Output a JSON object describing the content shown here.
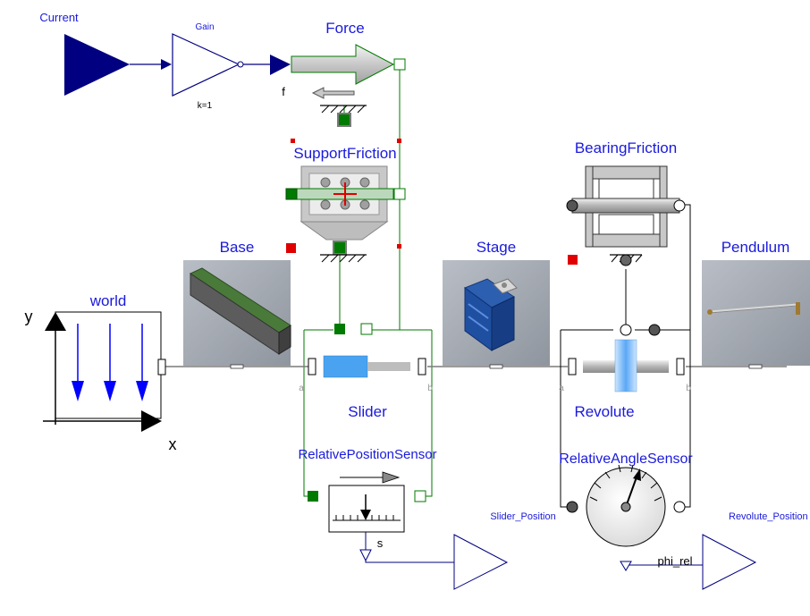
{
  "labels": {
    "current": "Current",
    "gain": "Gain",
    "gain_param": "k=1",
    "force": "Force",
    "force_input": "f",
    "support_friction": "SupportFriction",
    "bearing_friction": "BearingFriction",
    "base": "Base",
    "stage": "Stage",
    "pendulum": "Pendulum",
    "world": "world",
    "axis_y": "y",
    "axis_x": "x",
    "slider": "Slider",
    "revolute": "Revolute",
    "slider_a": "a",
    "slider_b": "b",
    "revolute_a": "a",
    "revolute_b": "b",
    "relative_position_sensor": "RelativePositionSensor",
    "relative_angle_sensor": "RelativeAngleSensor",
    "sensor_s": "s",
    "phi_rel": "phi_rel",
    "slider_position": "Slider_Position",
    "revolute_position": "Revolute_Position"
  },
  "colors": {
    "label_blue": "#1a1adc",
    "signal_navy": "#000080",
    "translational_green": "#007a00",
    "mechanics_gray": "#7a7a7a",
    "frame_black": "#000000",
    "world_arrow_blue": "#0000ff",
    "slider_blue": "#4aa3f0",
    "red_marker": "#e00000"
  }
}
